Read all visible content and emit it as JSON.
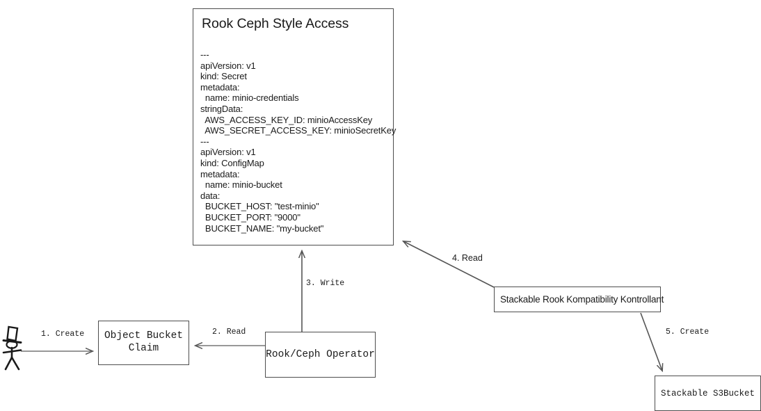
{
  "diagram": {
    "type": "flow-diagram",
    "title": "Rook Ceph Style Access flow",
    "nodes": {
      "yaml_panel": {
        "title": "Rook Ceph Style Access",
        "body": "---\napiVersion: v1\nkind: Secret\nmetadata:\n  name: minio-credentials\nstringData:\n  AWS_ACCESS_KEY_ID: minioAccessKey\n  AWS_SECRET_ACCESS_KEY: minioSecretKey\n---\napiVersion: v1\nkind: ConfigMap\nmetadata:\n  name: minio-bucket\ndata:\n  BUCKET_HOST: \"test-minio\"\n  BUCKET_PORT: \"9000\"\n  BUCKET_NAME: \"my-bucket\""
      },
      "object_bucket_claim": {
        "label": "Object Bucket\nClaim"
      },
      "rook_ceph_operator": {
        "label": "Rook/Ceph Operator"
      },
      "srkk": {
        "label": "Stackable Rook Kompatibility Kontrollant"
      },
      "s3bucket": {
        "label": "Stackable S3Bucket"
      }
    },
    "actor": {
      "name": "user-stick-figure"
    },
    "edges": [
      {
        "id": "e1",
        "label": "1. Create",
        "from": "actor",
        "to": "object_bucket_claim"
      },
      {
        "id": "e2",
        "label": "2. Read",
        "from": "rook_ceph_operator",
        "to": "object_bucket_claim"
      },
      {
        "id": "e3",
        "label": "3. Write",
        "from": "rook_ceph_operator",
        "to": "yaml_panel"
      },
      {
        "id": "e4",
        "label": "4. Read",
        "from": "srkk",
        "to": "yaml_panel"
      },
      {
        "id": "e5",
        "label": "5. Create",
        "from": "srkk",
        "to": "s3bucket"
      }
    ],
    "colors": {
      "background": "#ffffff",
      "stroke": "#4d4d4d",
      "text": "#1a1a1a"
    }
  }
}
